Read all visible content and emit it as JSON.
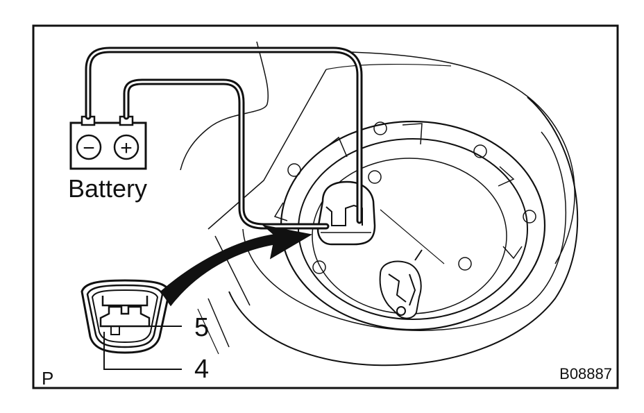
{
  "labels": {
    "battery": "Battery",
    "pin_5": "5",
    "pin_4": "4",
    "corner_mark": "P",
    "figure_code": "B08887"
  },
  "battery_terminals": {
    "negative_symbol": "−",
    "positive_symbol": "+"
  },
  "icons": [
    "battery-icon",
    "connector-icon",
    "arrow-icon",
    "fuel-pump-assembly-icon"
  ],
  "colors": {
    "line": "#111111",
    "background": "#ffffff"
  }
}
